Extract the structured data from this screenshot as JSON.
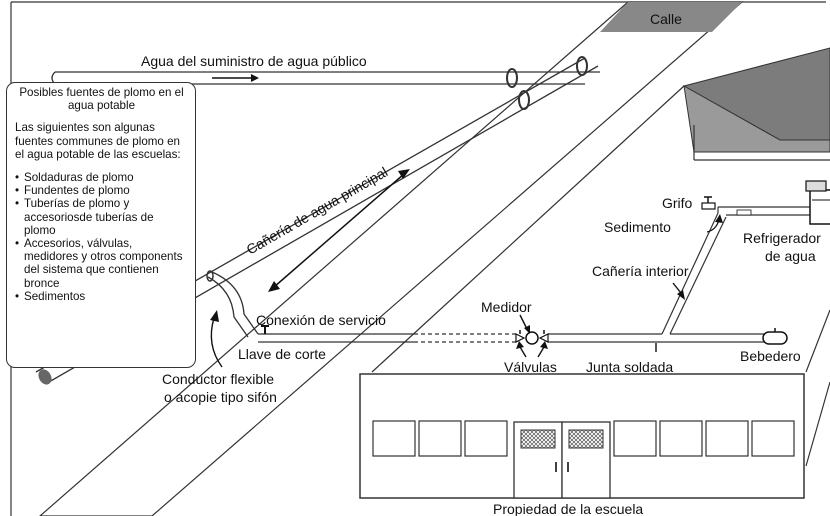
{
  "labels": {
    "street": "Calle",
    "public_supply": "Agua del suministro de agua público",
    "main_pipe": "Cañería de agua principal",
    "service_connection": "Conexión de servicio",
    "shutoff_key": "Llave de corte",
    "flex_line_1": "Conductor flexible",
    "flex_line_2": "o acopie tipo sifón",
    "meter": "Medidor",
    "valves": "Válvulas",
    "solder_joint": "Junta soldada",
    "fountain": "Bebedero",
    "interior_pipe": "Cañería interior",
    "faucet": "Grifo",
    "sediment": "Sedimento",
    "cooler_1": "Refrigerador",
    "cooler_2": "de agua",
    "school_property": "Propiedad de la escuela"
  },
  "info_box": {
    "title": "Posibles fuentes de plomo en el agua potable",
    "intro": "Las siguientes son algunas fuentes communes de plomo en el agua potable de las escuelas:",
    "items": [
      "Soldaduras de plomo",
      "Fundentes de plomo",
      "Tuberías  de plomo y accesoriosde tuberías  de plomo",
      "Accesorios, válvulas, medidores y otros components del sistema que contienen bronce",
      "Sedimentos"
    ]
  }
}
